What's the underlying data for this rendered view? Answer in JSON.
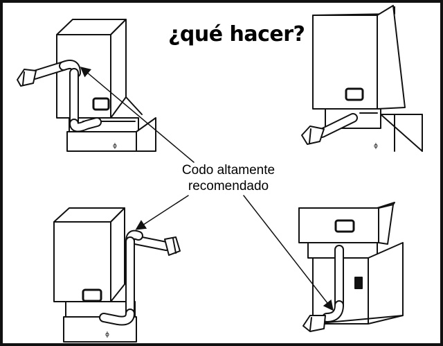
{
  "title": "¿qué hacer?",
  "callout": {
    "line1": "Codo altamente",
    "line2": "recomendado"
  },
  "colors": {
    "stroke": "#111111",
    "background": "#ffffff"
  },
  "icons": [
    "stove-unit",
    "vent-pipe",
    "elbow-fitting",
    "wall-vent-cap",
    "arrow"
  ]
}
